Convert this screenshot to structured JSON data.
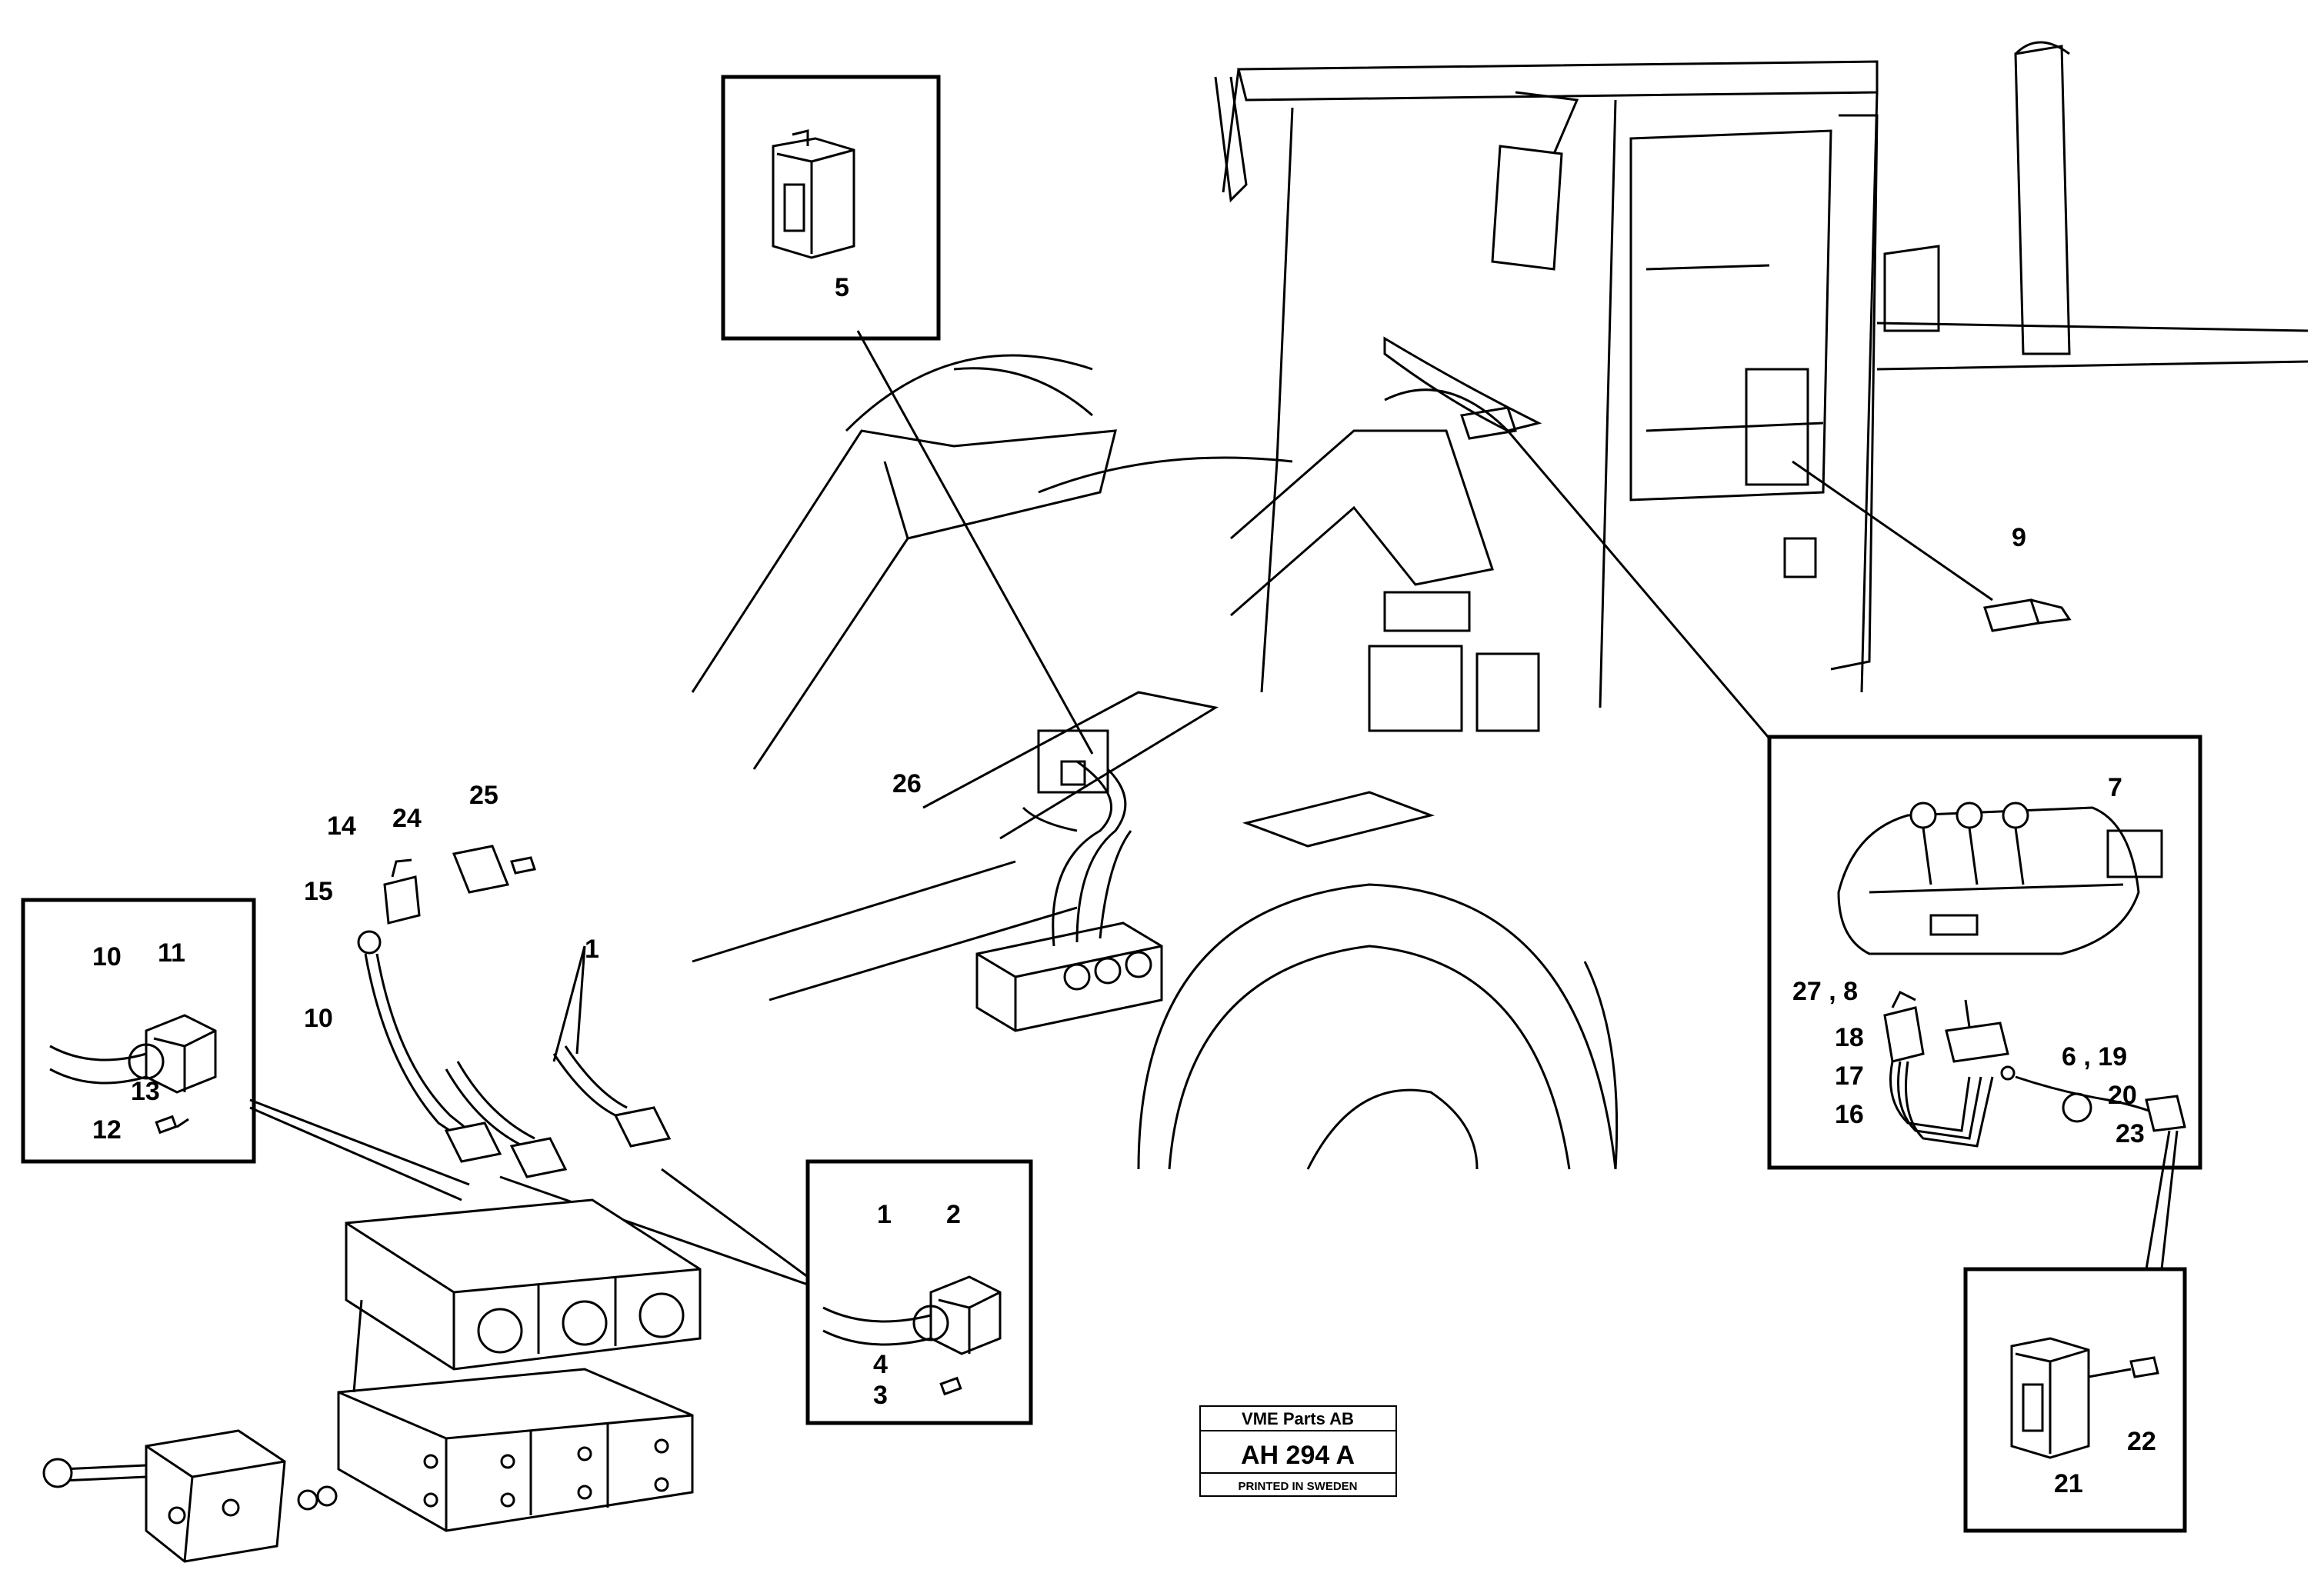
{
  "callouts": {
    "c1": "1",
    "c1b": "1",
    "c2": "2",
    "c3": "3",
    "c4": "4",
    "c5": "5",
    "c6_19": "6 , 19",
    "c7": "7",
    "c27_8": "27 , 8",
    "c9": "9",
    "c10": "10",
    "c10b": "10",
    "c11": "11",
    "c12": "12",
    "c13": "13",
    "c14": "14",
    "c15": "15",
    "c16": "16",
    "c17": "17",
    "c18": "18",
    "c20": "20",
    "c21": "21",
    "c22": "22",
    "c23": "23",
    "c24": "24",
    "c25": "25",
    "c26": "26"
  },
  "stamp": {
    "company": "VME Parts AB",
    "code": "AH 294 A",
    "printed": "PRINTED IN SWEDEN"
  }
}
